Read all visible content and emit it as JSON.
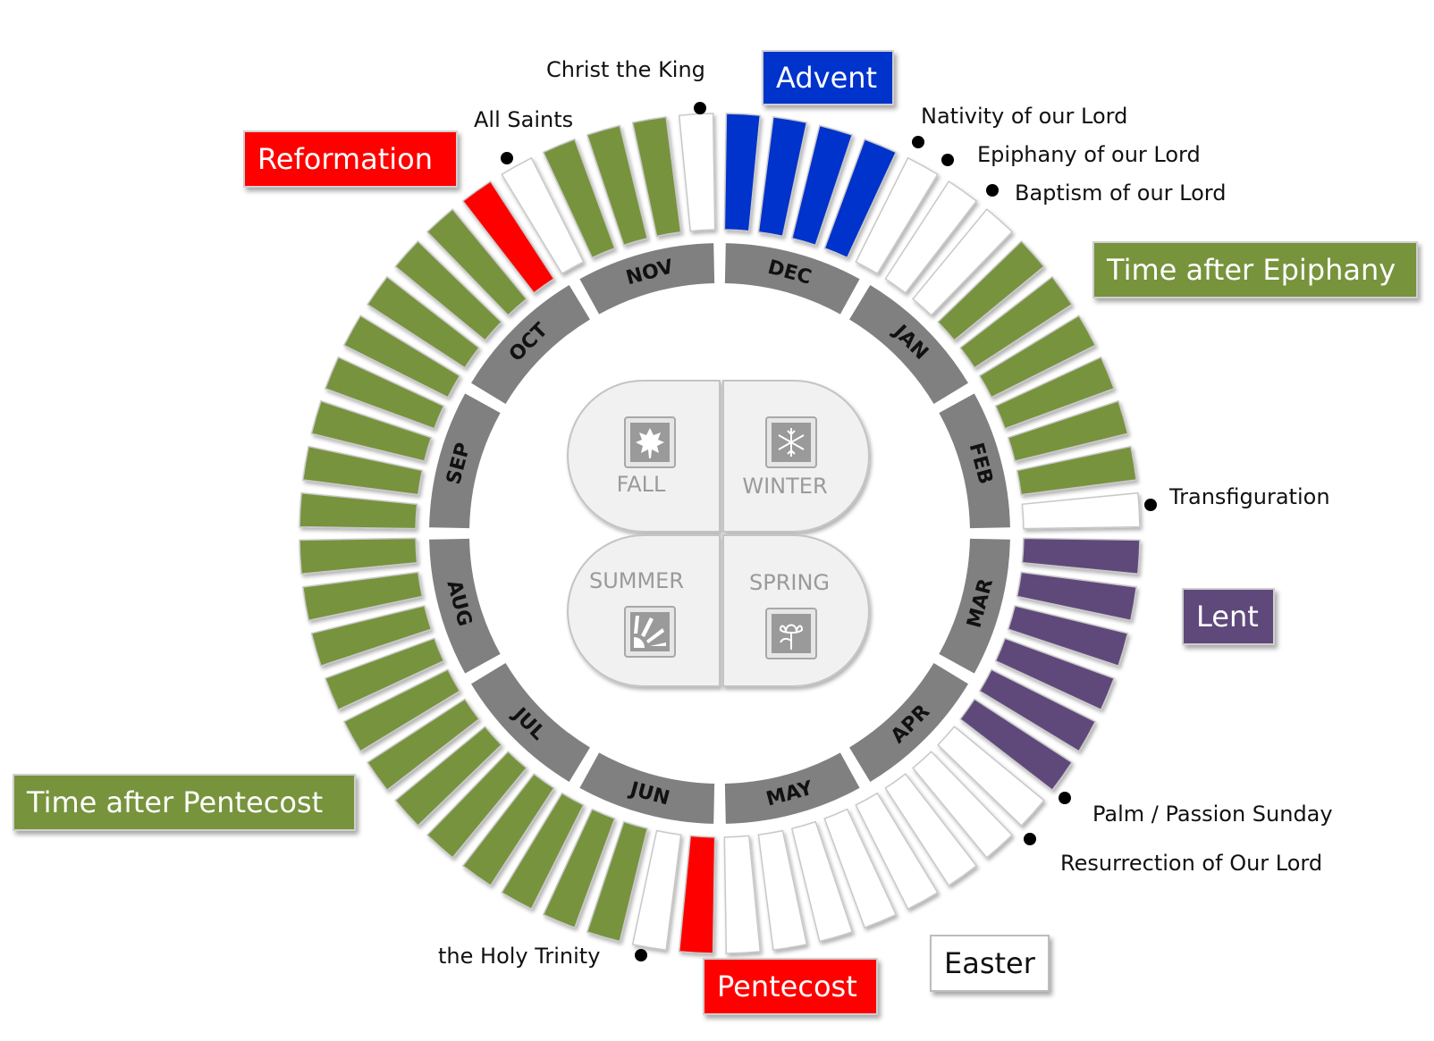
{
  "seasons": {
    "advent": {
      "label": "Advent",
      "color": "#0033cc"
    },
    "time_after_epiphany": {
      "label": "Time after Epiphany",
      "color": "#77933c"
    },
    "lent": {
      "label": "Lent",
      "color": "#5f497a"
    },
    "easter": {
      "label": "Easter",
      "color": "#ffffff"
    },
    "pentecost": {
      "label": "Pentecost",
      "color": "#ff0000"
    },
    "time_after_pentecost": {
      "label": "Time after Pentecost",
      "color": "#77933c"
    },
    "reformation": {
      "label": "Reformation",
      "color": "#ff0000"
    }
  },
  "events": {
    "christ_the_king": "Christ the King",
    "all_saints": "All Saints",
    "nativity": "Nativity of our Lord",
    "epiphany": "Epiphany of our Lord",
    "baptism": "Baptism of our Lord",
    "transfiguration": "Transfiguration",
    "palm_sunday": "Palm / Passion Sunday",
    "resurrection": "Resurrection of Our Lord",
    "holy_trinity": "the Holy Trinity"
  },
  "months": [
    "DEC",
    "JAN",
    "FEB",
    "MAR",
    "APR",
    "MAY",
    "JUN",
    "JUL",
    "AUG",
    "SEP",
    "OCT",
    "NOV"
  ],
  "quarters": {
    "fall": {
      "label": "FALL",
      "icon": "maple-leaf-icon"
    },
    "winter": {
      "label": "WINTER",
      "icon": "snowflake-icon"
    },
    "summer": {
      "label": "SUMMER",
      "icon": "sun-icon"
    },
    "spring": {
      "label": "SPRING",
      "icon": "flower-icon"
    }
  },
  "weeks": [
    "advent",
    "advent",
    "advent",
    "advent",
    "white",
    "white",
    "white",
    "green",
    "green",
    "green",
    "green",
    "green",
    "green",
    "white",
    "purple",
    "purple",
    "purple",
    "purple",
    "purple",
    "purple",
    "white",
    "white",
    "white",
    "white",
    "white",
    "white",
    "white",
    "white",
    "red",
    "white",
    "green",
    "green",
    "green",
    "green",
    "green",
    "green",
    "green",
    "green",
    "green",
    "green",
    "green",
    "green",
    "green",
    "green",
    "green",
    "green",
    "green",
    "green",
    "green",
    "green",
    "red",
    "white",
    "green",
    "green",
    "green",
    "white"
  ],
  "palette": {
    "advent": "#0033cc",
    "white": "#ffffff",
    "green": "#77933c",
    "purple": "#5f497a",
    "red": "#ff0000",
    "month_band": "#808080",
    "quarter_fill": "#f1f1f1"
  }
}
